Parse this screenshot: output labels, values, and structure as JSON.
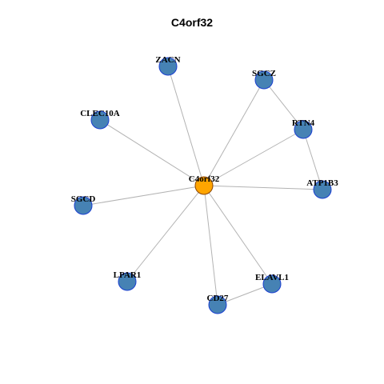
{
  "title": "C4orf32",
  "colors": {
    "center_fill": "#ffa500",
    "node_fill": "#4682b4",
    "node_stroke": "#1a3fd1",
    "center_stroke": "#8b4500",
    "edge": "#b3b3b3"
  },
  "nodes": [
    {
      "id": "C4orf32",
      "label": "C4orf32",
      "center": true
    },
    {
      "id": "ZACN",
      "label": "ZACN"
    },
    {
      "id": "SGCZ",
      "label": "SGCZ"
    },
    {
      "id": "CLEC10A",
      "label": "CLEC10A"
    },
    {
      "id": "RTN4",
      "label": "RTN4"
    },
    {
      "id": "ATP1B3",
      "label": "ATP1B3"
    },
    {
      "id": "SGCD",
      "label": "SGCD"
    },
    {
      "id": "LPAR1",
      "label": "LPAR1"
    },
    {
      "id": "ELAVL1",
      "label": "ELAVL1"
    },
    {
      "id": "CD27",
      "label": "CD27"
    }
  ],
  "edges": [
    [
      "C4orf32",
      "ZACN"
    ],
    [
      "C4orf32",
      "SGCZ"
    ],
    [
      "C4orf32",
      "CLEC10A"
    ],
    [
      "C4orf32",
      "RTN4"
    ],
    [
      "C4orf32",
      "ATP1B3"
    ],
    [
      "C4orf32",
      "SGCD"
    ],
    [
      "C4orf32",
      "LPAR1"
    ],
    [
      "C4orf32",
      "ELAVL1"
    ],
    [
      "C4orf32",
      "CD27"
    ],
    [
      "SGCZ",
      "RTN4"
    ],
    [
      "RTN4",
      "ATP1B3"
    ],
    [
      "CD27",
      "ELAVL1"
    ]
  ]
}
